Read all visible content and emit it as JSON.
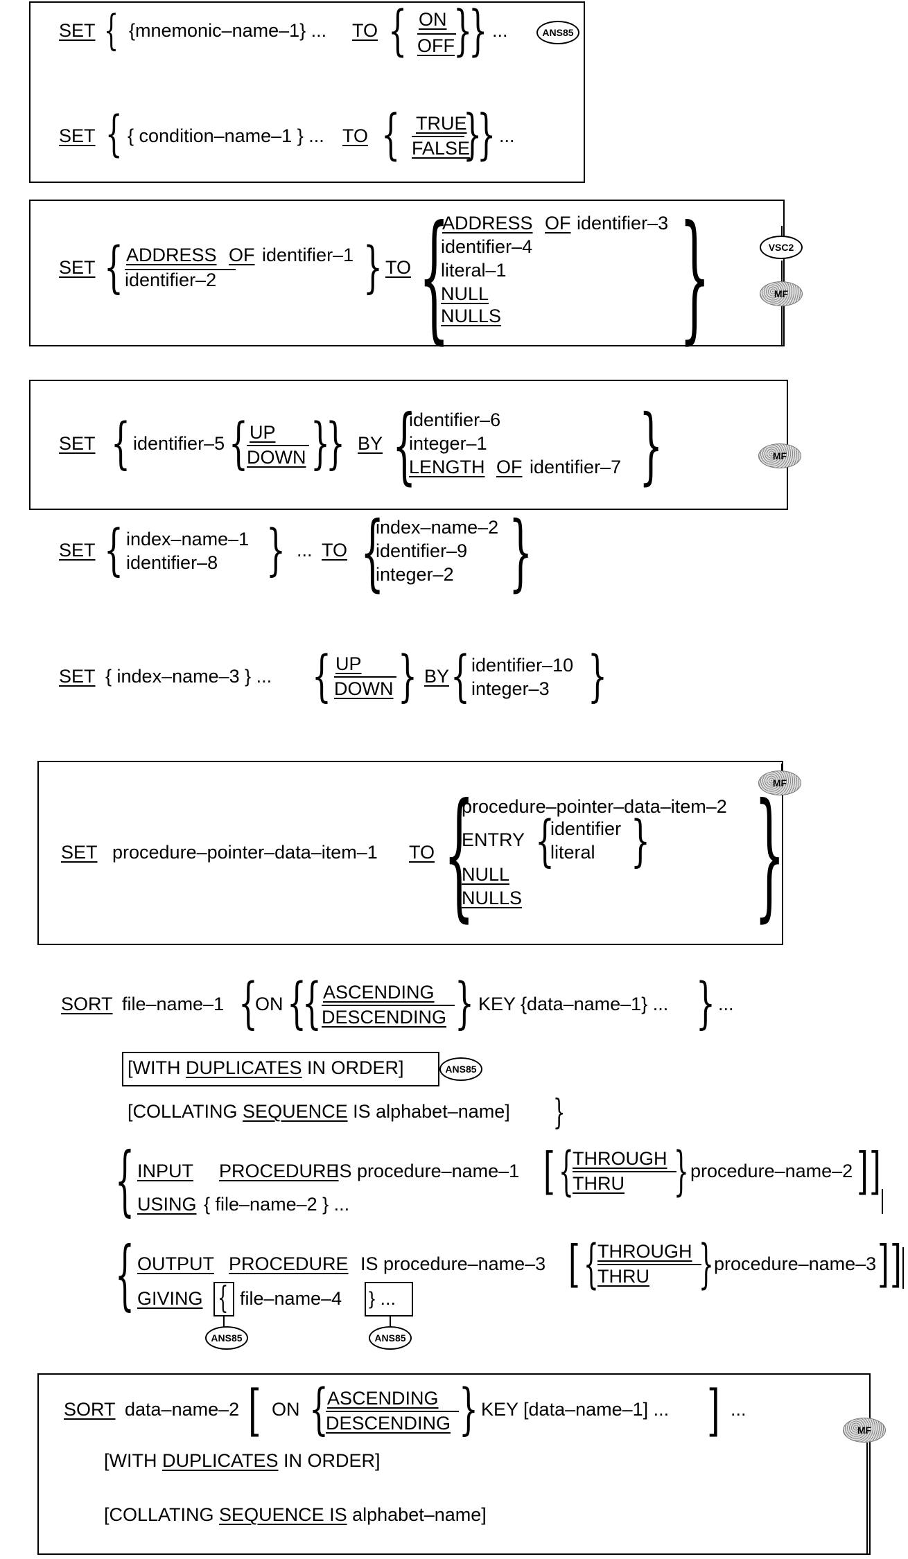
{
  "set_mnemonic": {
    "kw": "SET",
    "brace_content": "{mnemonic–name–1} ...",
    "to": "TO",
    "on": "ON",
    "off": "OFF",
    "ellipsis": "...",
    "badge": "ANS85"
  },
  "set_condition": {
    "kw": "SET",
    "brace_content": "{ condition–name–1 } ...",
    "to": "TO",
    "true": "TRUE",
    "false": "FALSE",
    "ellipsis": "..."
  },
  "set_address": {
    "kw": "SET",
    "address": "ADDRESS",
    "of": "OF",
    "id1": "identifier–1",
    "id2": "identifier–2",
    "to": "TO",
    "opts": {
      "address": "ADDRESS",
      "of": "OF",
      "id3": "identifier–3",
      "id4": "identifier–4",
      "lit": "literal–1",
      "null": "NULL",
      "nulls": "NULLS"
    },
    "badge_vsc2": "VSC2",
    "badge_mf": "MF"
  },
  "set_updown": {
    "kw": "SET",
    "id5": "identifier–5",
    "up": "UP",
    "down": "DOWN",
    "by": "BY",
    "id6": "identifier–6",
    "int1": "integer–1",
    "length": "LENGTH",
    "of": "OF",
    "id7": "identifier–7",
    "badge_mf": "MF"
  },
  "set_index": {
    "kw": "SET",
    "idx1": "index–name–1",
    "id8": "identifier–8",
    "ellipsis_to": "... ",
    "to": "TO",
    "idx2": "index–name–2",
    "id9": "identifier–9",
    "int2": "integer–2"
  },
  "set_index_updown": {
    "kw": "SET",
    "idx3": "{ index–name–3 } ...",
    "up": "UP",
    "down": "DOWN",
    "by": "BY",
    "id10": "identifier–10",
    "int3": "integer–3"
  },
  "set_procptr": {
    "kw": "SET",
    "item1": "procedure–pointer–data–item–1",
    "to": "TO",
    "item2": "procedure–pointer–data–item–2",
    "entry": "ENTRY",
    "identifier": "identifier",
    "literal": "literal",
    "null": "NULL",
    "nulls": "NULLS",
    "badge_mf": "MF"
  },
  "sort_file": {
    "sort": "SORT",
    "file1": "file–name–1",
    "on": "ON",
    "ascending": "ASCENDING",
    "descending": "DESCENDING",
    "key": "KEY {data–name–1} ...",
    "ellipsis": "...",
    "with_pre": "[WITH ",
    "duplicates": "DUPLICATES",
    "in_order": " IN ORDER]",
    "badge_ans": "ANS85",
    "collating_pre": "[COLLATING ",
    "sequence": "SEQUENCE",
    "collating_post": " IS alphabet–name]",
    "input": "INPUT",
    "procedure": "PROCEDURE",
    "is_pn1": "IS procedure–name–1",
    "through": "THROUGH",
    "thru": "THRU",
    "pn2": "procedure–name–2",
    "using": "USING",
    "file2": "{ file–name–2 } ...",
    "output": "OUTPUT",
    "is_pn3": "IS procedure–name–3",
    "pn3": "procedure–name–3",
    "giving": "GIVING",
    "file4": "file–name–4",
    "giving_tail": "} ...",
    "badge_ans_a": "ANS85",
    "badge_ans_b": "ANS85"
  },
  "sort_data": {
    "sort": "SORT",
    "dn2": "data–name–2",
    "on": "ON",
    "ascending": "ASCENDING",
    "descending": "DESCENDING",
    "key": "KEY  [data–name–1] ...",
    "ellipsis": "...",
    "with_pre": "[WITH ",
    "duplicates": "DUPLICATES",
    "in_order": " IN ORDER]",
    "collating_pre": "[COLLATING ",
    "sequence": "SEQUENCE",
    "is": " IS",
    "alphabet": " alphabet–name]",
    "badge_mf": "MF"
  }
}
